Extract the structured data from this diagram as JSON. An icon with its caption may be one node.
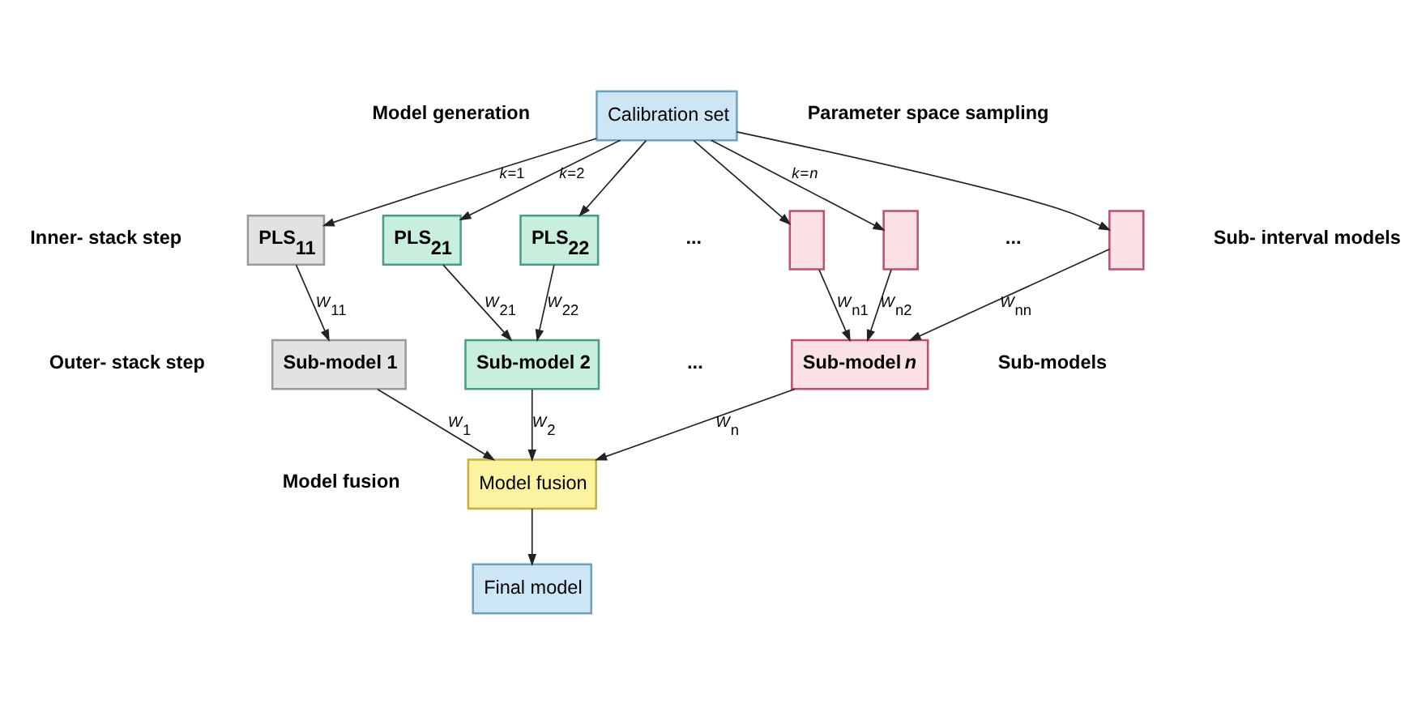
{
  "diagram": {
    "nodes": [
      {
        "text": [
          "Calibration set"
        ]
      },
      {
        "text": [
          "PLS$_{11}$"
        ]
      },
      {
        "text": [
          "PLS$_{21}$"
        ]
      },
      {
        "text": [
          "PLS$_{22}$"
        ]
      },
      {
        "text": [],
        "shape": "box"
      },
      {
        "text": [],
        "shape": "box"
      },
      {
        "text": [],
        "shape": "box"
      },
      {
        "text": [
          "Sub-model 1"
        ]
      },
      {
        "text": [
          "Sub-model 2"
        ]
      },
      {
        "text": [
          "Sub-model *n*"
        ]
      },
      {
        "text": [
          "Model fusion"
        ]
      },
      {
        "text": [
          "Final model"
        ]
      }
    ],
    "edges": [
      {
        "from": 0,
        "to": 1,
        "arrow": "to",
        "label": "*k*=1"
      },
      {
        "from": 0,
        "to": 2,
        "arrow": "to",
        "label": "*k*=2"
      },
      {
        "from": 0,
        "to": 3,
        "arrow": "to"
      },
      {
        "from": 0,
        "to": 4,
        "arrow": "to"
      },
      {
        "from": 0,
        "to": 5,
        "arrow": "to",
        "label": "*k*=*n*"
      },
      {
        "from": 0,
        "to": 6,
        "arrow": "to"
      },
      {
        "from": 1,
        "to": 7,
        "arrow": "to",
        "label": "*W*$_{11}$"
      },
      {
        "from": 2,
        "to": 8,
        "arrow": "to",
        "label": "*W*$_{21}$"
      },
      {
        "from": 3,
        "to": 8,
        "arrow": "to",
        "label": "*W*$_{22}$"
      },
      {
        "from": 4,
        "to": 9,
        "arrow": "to",
        "label": "*W*$_{n1}$"
      },
      {
        "from": 5,
        "to": 9,
        "arrow": "to",
        "label": "*W*$_{n2}$"
      },
      {
        "from": 6,
        "to": 9,
        "arrow": "to",
        "label": "*W*$_{nn}$"
      },
      {
        "from": 7,
        "to": 10,
        "arrow": "to",
        "label": "*W*$_{1}$"
      },
      {
        "from": 8,
        "to": 10,
        "arrow": "to",
        "label": "*W*$_{2}$"
      },
      {
        "from": 9,
        "to": 10,
        "arrow": "to",
        "label": "*W*$_{n}$"
      },
      {
        "from": 10,
        "to": 11,
        "arrow": "to"
      }
    ],
    "labels": [
      "Model generation",
      "Parameter space sampling",
      "Inner- stack step",
      "...",
      "...",
      "Sub- interval models",
      "Outer- stack step",
      "...",
      "Sub-models",
      "Model fusion"
    ]
  }
}
